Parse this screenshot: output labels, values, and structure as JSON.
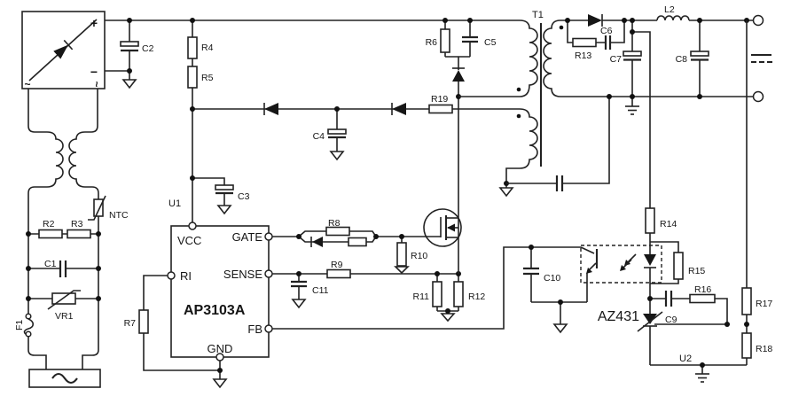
{
  "schematic": {
    "colors": {
      "line": "#222222",
      "fill": "#111111",
      "background": "#ffffff"
    },
    "ic": {
      "ref": "U1",
      "part": "AP3103A",
      "pin_vcc": "VCC",
      "pin_gate": "GATE",
      "pin_ri": "RI",
      "pin_sense": "SENSE",
      "pin_fb": "FB",
      "pin_gnd": "GND"
    },
    "transformer": {
      "ref": "T1"
    },
    "regulator": {
      "part": "AZ431",
      "ref": "U2"
    },
    "bridge": {
      "plus": "+",
      "minus": "−",
      "ac_left": "~",
      "ac_right": "~"
    },
    "labels": {
      "r2": "R2",
      "r3": "R3",
      "r4": "R4",
      "r5": "R5",
      "r6": "R6",
      "r7": "R7",
      "r8": "R8",
      "r9": "R9",
      "r10": "R10",
      "r11": "R11",
      "r12": "R12",
      "r13": "R13",
      "r14": "R14",
      "r15": "R15",
      "r16": "R16",
      "r17": "R17",
      "r18": "R18",
      "r19": "R19",
      "c1": "C1",
      "c2": "C2",
      "c3": "C3",
      "c4": "C4",
      "c5": "C5",
      "c6": "C6",
      "c7": "C7",
      "c8": "C8",
      "c9": "C9",
      "c10": "C10",
      "c11": "C11",
      "l2": "L2",
      "vr1": "VR1",
      "f1": "F1",
      "ntc": "NTC"
    }
  }
}
